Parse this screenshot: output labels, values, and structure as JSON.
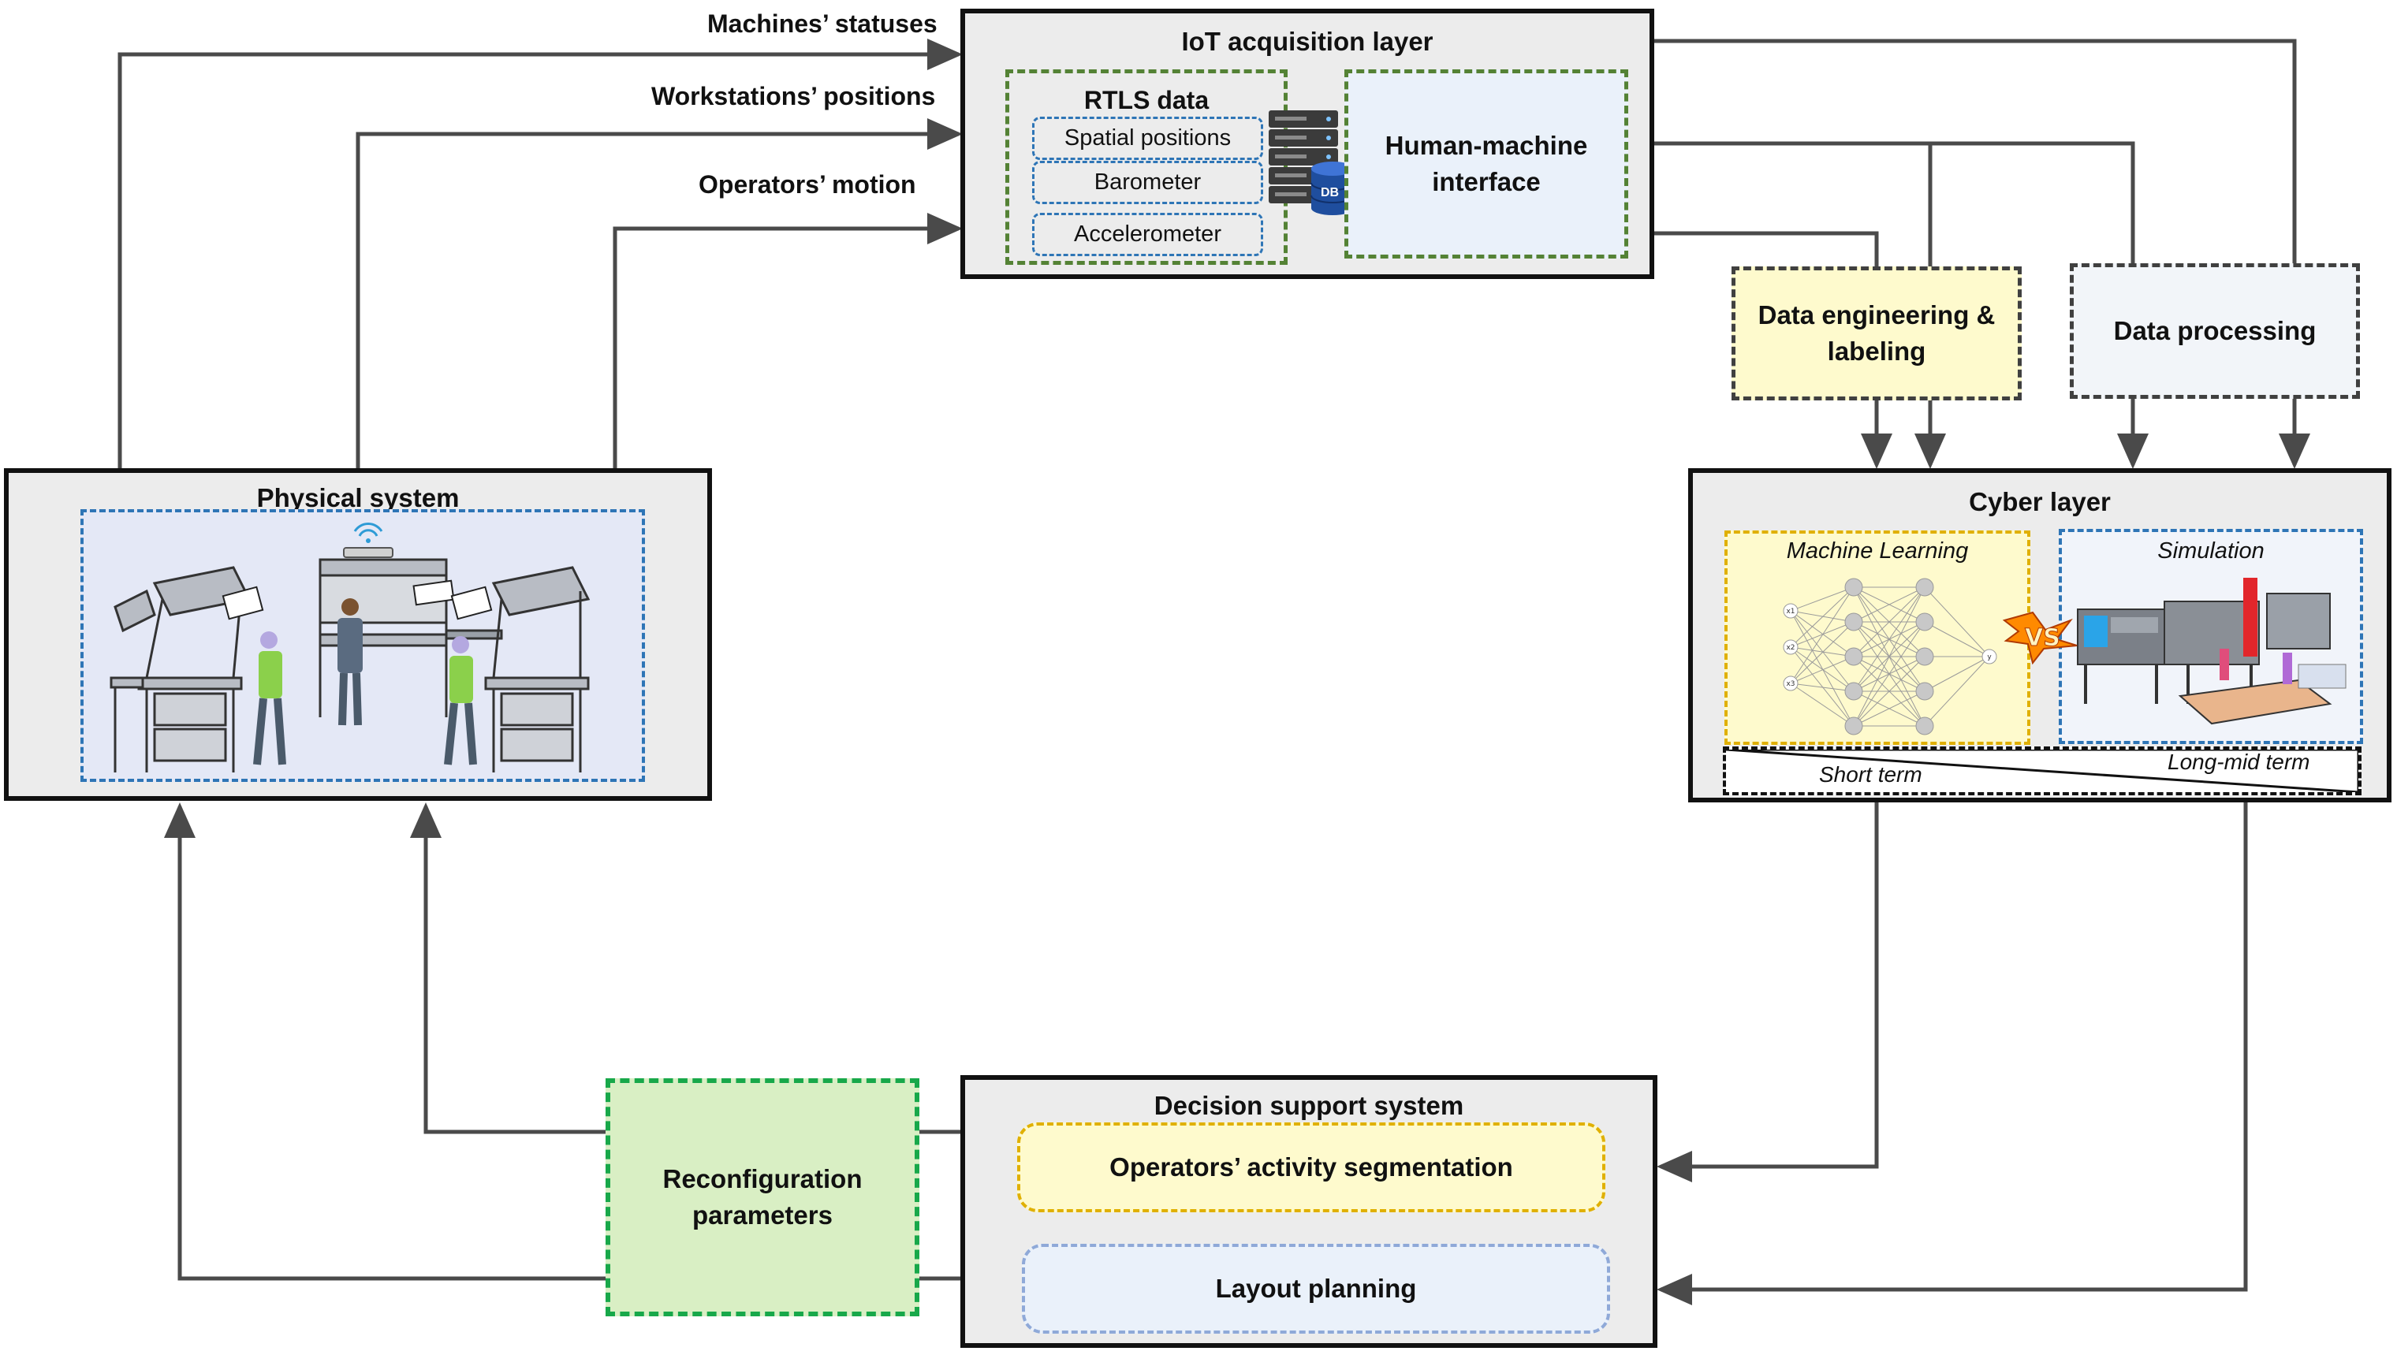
{
  "flow_labels": {
    "machines_statuses": "Machines’ statuses",
    "workstations_positions": "Workstations’ positions",
    "operators_motion": "Operators’ motion"
  },
  "iot_layer": {
    "title": "IoT acquisition layer",
    "rtls": {
      "title": "RTLS data",
      "items": [
        "Spatial positions",
        "Barometer",
        "Accelerometer"
      ]
    },
    "db_label": "DB",
    "hmi": "Human-machine interface"
  },
  "data_engineering": "Data engineering & labeling",
  "data_processing": "Data processing",
  "physical_system": {
    "title": "Physical system"
  },
  "cyber_layer": {
    "title": "Cyber layer",
    "ml_title": "Machine Learning",
    "sim_title": "Simulation",
    "short_term": "Short term",
    "long_term": "Long-mid term",
    "nn_inputs": [
      "x1",
      "x2",
      "x3"
    ],
    "nn_output": "y"
  },
  "decision_support": {
    "title": "Decision support system",
    "segmentation": "Operators’ activity segmentation",
    "layout": "Layout planning"
  },
  "reconfiguration": "Reconfiguration parameters",
  "colors": {
    "arrow": "#4a4a4a",
    "green_dash": "#548235",
    "blue_dash": "#2e75b6",
    "yellow_fill": "#fefacd",
    "green_fill": "#d9efc4",
    "light_blue_fill": "#eaf1fa"
  }
}
